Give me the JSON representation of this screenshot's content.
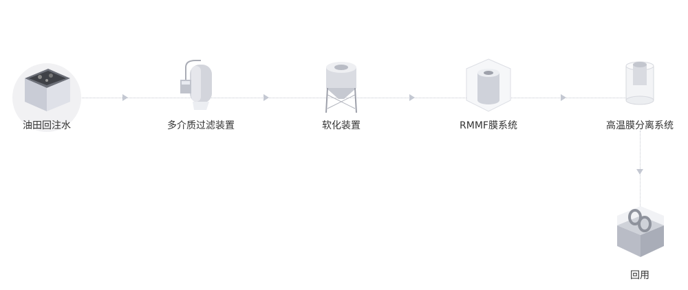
{
  "steps": [
    {
      "label": "油田回注水",
      "icon": "water-tank-icon"
    },
    {
      "label": "多介质过滤装置",
      "icon": "filter-tank-icon"
    },
    {
      "label": "软化装置",
      "icon": "softener-icon"
    },
    {
      "label": "RMMF膜系统",
      "icon": "membrane-cube-icon"
    },
    {
      "label": "高温膜分离系统",
      "icon": "membrane-cylinder-icon"
    },
    {
      "label": "回用",
      "icon": "recycle-box-icon"
    }
  ]
}
